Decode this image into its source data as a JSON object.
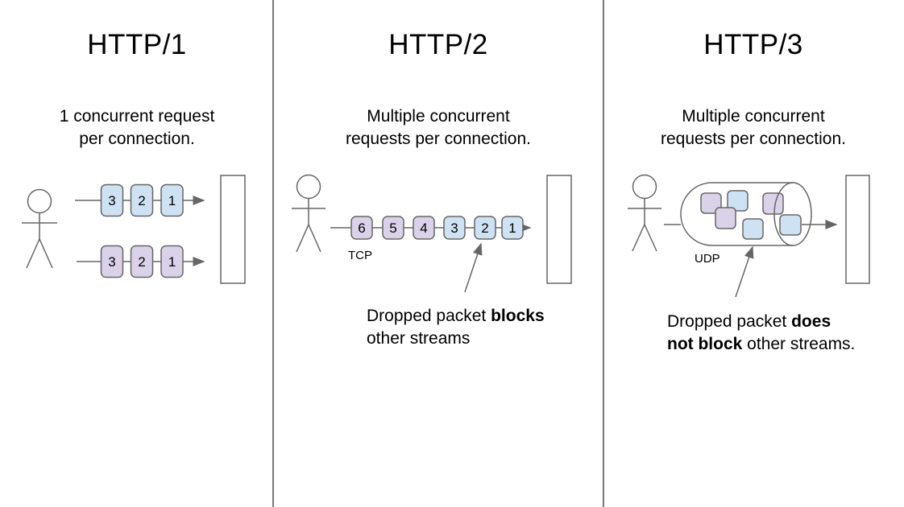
{
  "colors": {
    "packet_blue": "#cfe2f3",
    "packet_purple": "#d9d2e9",
    "line_gray": "#666666",
    "divider_gray": "#787878",
    "background": "#ffffff",
    "text": "#000000"
  },
  "panels": [
    {
      "title": "HTTP/1",
      "description_line1": "1 concurrent request",
      "description_line2": "per connection.",
      "rows": [
        {
          "color": "blue",
          "packets": [
            "3",
            "2",
            "1"
          ]
        },
        {
          "color": "purple",
          "packets": [
            "3",
            "2",
            "1"
          ]
        }
      ]
    },
    {
      "title": "HTTP/2",
      "description_line1": "Multiple concurrent",
      "description_line2": "requests per connection.",
      "protocol_label": "TCP",
      "packets": [
        "6",
        "5",
        "4",
        "3",
        "2",
        "1"
      ],
      "packet_colors": [
        "purple",
        "purple",
        "purple",
        "blue",
        "blue",
        "blue"
      ],
      "caption": {
        "line1_pre": "Dropped packet ",
        "line1_bold": "blocks",
        "line2": "other streams"
      }
    },
    {
      "title": "HTTP/3",
      "description_line1": "Multiple concurrent",
      "description_line2": "requests per connection.",
      "protocol_label": "UDP",
      "pipe_packets": [
        "purple",
        "blue",
        "purple",
        "purple",
        "blue",
        "blue"
      ],
      "caption": {
        "line1_pre": "Dropped packet ",
        "line1_bold": "does",
        "line2_bold": "not block",
        "line2_post": " other streams."
      }
    }
  ]
}
